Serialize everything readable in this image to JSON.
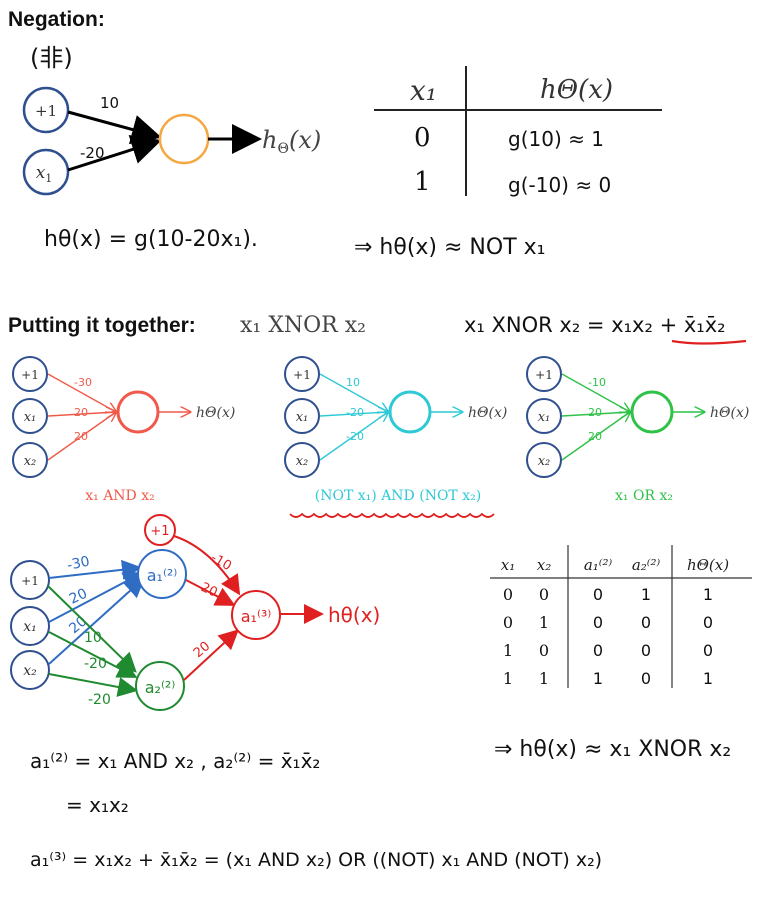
{
  "negation": {
    "title": "Negation:",
    "subtitle": "(非)",
    "bias_label": "+1",
    "x1": "x",
    "x1_sub": "1",
    "w_bias": "10",
    "w_x1": "-20",
    "output": "h",
    "output_sub": "Θ",
    "output_arg": "(x)",
    "formula": "hθ(x) = g(10-20x₁).",
    "table": {
      "headers": [
        "x₁",
        "hΘ(x)"
      ],
      "rows": [
        {
          "x": "0",
          "h": "g(10) ≈ 1"
        },
        {
          "x": "1",
          "h": "g(-10) ≈ 0"
        }
      ]
    },
    "conclusion": "⇒ hθ(x) ≈ NOT x₁"
  },
  "together": {
    "title": "Putting it together:",
    "expr": "x₁ XNOR x₂",
    "handwritten": "x₁ XNOR x₂ = x₁x₂ + x̄₁x̄₂"
  },
  "networks": [
    {
      "color": "#f05a4a",
      "weights": [
        "-30",
        "20",
        "20"
      ],
      "caption": "x₁ AND x₂",
      "output": "hΘ(x)"
    },
    {
      "color": "#2ec9d6",
      "weights": [
        "10",
        "-20",
        "-20"
      ],
      "caption": "(NOT x₁) AND (NOT x₂)",
      "output": "hΘ(x)"
    },
    {
      "color": "#2fc248",
      "weights": [
        "-10",
        "20",
        "20"
      ],
      "caption": "x₁ OR x₂",
      "output": "hΘ(x)"
    }
  ],
  "inputs": [
    "+1",
    "x₁",
    "x₂"
  ],
  "xnor_net": {
    "blue_weights": [
      "-30",
      "20",
      "20"
    ],
    "green_weights": [
      "10",
      "-20",
      "-20"
    ],
    "red_weights": [
      "-10",
      "20",
      "20"
    ],
    "bias2": "+1",
    "a1": "a₁⁽²⁾",
    "a2": "a₂⁽²⁾",
    "a3": "a₁⁽³⁾",
    "output": "hθ(x)"
  },
  "truth_table": {
    "headers": [
      "x₁",
      "x₂",
      "a₁⁽²⁾",
      "a₂⁽²⁾",
      "hΘ(x)"
    ],
    "rows": [
      [
        "0",
        "0",
        "0",
        "1",
        "1"
      ],
      [
        "0",
        "1",
        "0",
        "0",
        "0"
      ],
      [
        "1",
        "0",
        "0",
        "0",
        "0"
      ],
      [
        "1",
        "1",
        "1",
        "0",
        "1"
      ]
    ]
  },
  "bottom": {
    "line1": "a₁⁽²⁾ = x₁ AND x₂ ,  a₂⁽²⁾ = x̄₁x̄₂",
    "line2": "= x₁x₂",
    "line3": "a₁⁽³⁾ = x₁x₂ + x̄₁x̄₂ = (x₁ AND x₂) OR ((NOT) x₁ AND (NOT) x₂)",
    "conclusion": "⇒ hθ(x) ≈ x₁ XNOR x₂"
  },
  "colors": {
    "node_blue": "#2f4f8f",
    "node_orange": "#f5a742",
    "red": "#e02020",
    "blue": "#2f6cc4",
    "green": "#1f8a2f",
    "caption_red": "#e0553f",
    "caption_cyan": "#2ec9d6",
    "caption_green": "#2fc248"
  }
}
